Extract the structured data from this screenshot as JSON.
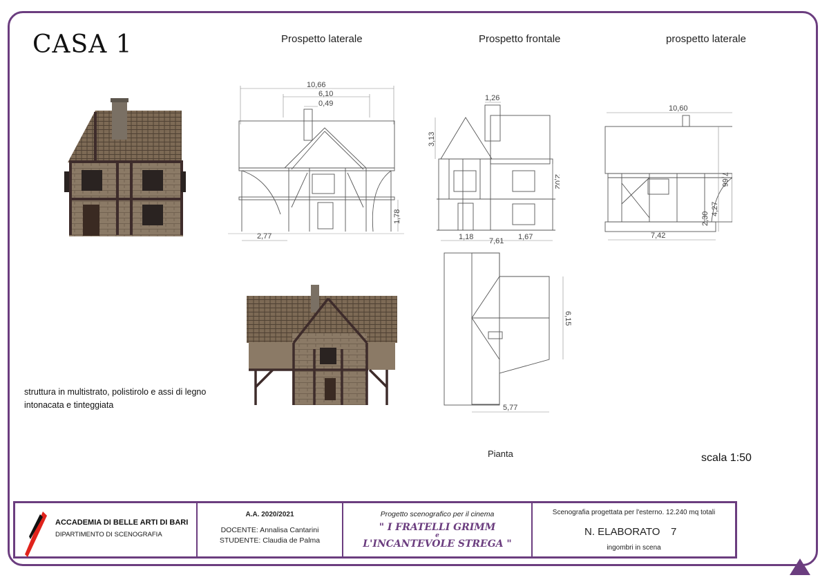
{
  "header": {
    "title": "CASA 1"
  },
  "views": {
    "side_left": "Prospetto laterale",
    "front": "Prospetto frontale",
    "side_right": "prospetto laterale",
    "plan": "Pianta"
  },
  "dimensions": {
    "side_left": {
      "total": "10,66",
      "mid": "6,10",
      "chimney": "0,49",
      "height": "1,78",
      "base": "2,77"
    },
    "front": {
      "chimney": "1,26",
      "roof": "3,13",
      "upper": "2,02",
      "base_left": "1,18",
      "base_total": "7,61",
      "base_right": "1,67"
    },
    "side_right": {
      "total": "10,60",
      "height_total": "7,66",
      "height_mid": "4,27",
      "height_low": "2,30",
      "base": "7,42"
    },
    "plan": {
      "depth": "6,15",
      "width": "5,77"
    }
  },
  "note": {
    "line1": "struttura in multistrato, polistirolo e assi di legno",
    "line2": "intonacata e tinteggiata"
  },
  "scale": "scala 1:50",
  "title_block": {
    "academy": "ACCADEMIA DI BELLE ARTI DI BARI",
    "department": "DIPARTIMENTO DI SCENOGRAFIA",
    "year": "A.A. 2020/2021",
    "teacher": "DOCENTE: Annalisa Cantarini",
    "student": "STUDENTE: Claudia de Palma",
    "project": "Progetto scenografico per il cinema",
    "film_line1": "\" I FRATELLI GRIMM",
    "film_e": "e",
    "film_line2": "L'INCANTEVOLE STREGA \"",
    "scenography": "Scenografia progettata per l'esterno. 12.240 mq totali",
    "elaborato_label": "N. ELABORATO",
    "elaborato_number": "7",
    "subject": "ingombri in scena"
  },
  "colors": {
    "accent": "#6b3d7f",
    "logo_red": "#e0231c"
  }
}
